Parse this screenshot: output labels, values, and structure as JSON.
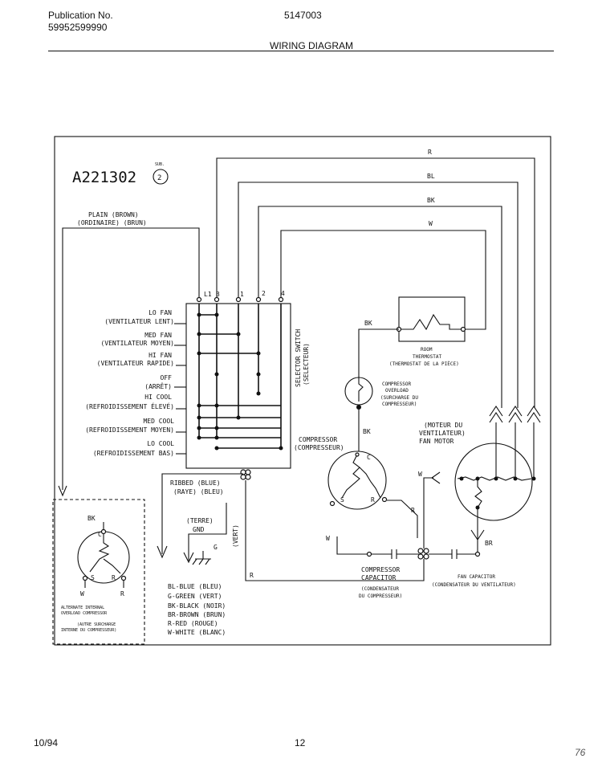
{
  "header": {
    "publication_label": "Publication No.",
    "publication_number": "59952599990",
    "model_number": "5147003",
    "title": "WIRING DIAGRAM"
  },
  "footer": {
    "date": "10/94",
    "page": "12",
    "corner_mark": "76"
  },
  "diagram": {
    "part_number": "A221302",
    "sub_label": "SUB.",
    "sub_number": "2",
    "plain_wire": [
      "PLAIN    (BROWN)",
      "(ORDINAIRE) (BRUN)"
    ],
    "terminals": [
      "L1",
      "3",
      "1",
      "2",
      "4"
    ],
    "wire_codes": [
      "R",
      "BL",
      "BK",
      "W"
    ],
    "selector_switch": [
      "SELECTOR SWITCH",
      "(SELECTEUR)"
    ],
    "switch_positions": [
      [
        "LO FAN",
        "(VENTILATEUR LENT)"
      ],
      [
        "MED FAN",
        "(VENTILATEUR MOYEN)"
      ],
      [
        "HI FAN",
        "(VENTILATEUR RAPIDE)"
      ],
      [
        "OFF",
        "(ARRÊT)"
      ],
      [
        "HI COOL",
        "(REFROIDISSEMENT ÉLEVÉ)"
      ],
      [
        "MED COOL",
        "(REFROIDISSEMENT MOYEN)"
      ],
      [
        "LO COOL",
        "(REFROIDISSEMENT BAS)"
      ]
    ],
    "room_thermostat": [
      "ROOM",
      "THERMOSTAT",
      "(THERMOSTAT DE LA PIÈCE)"
    ],
    "compressor_overload": [
      "COMPRESSOR",
      "OVERLOAD",
      "(SURCHARGE DU",
      "COMPRESSEUR)"
    ],
    "compressor": [
      "COMPRESSOR",
      "(COMPRESSEUR)"
    ],
    "fan_motor": [
      "(MOTEUR DU",
      "VENTILATEUR)",
      "FAN MOTOR"
    ],
    "compressor_capacitor": [
      "COMPRESSOR",
      "CAPACITOR",
      "(CONDENSATEUR",
      "DU COMPRESSEUR)"
    ],
    "fan_capacitor": [
      "FAN CAPACITOR",
      "(CONDENSATEUR DU VENTILATEUR)"
    ],
    "ribbed_wire": [
      "RIBBED    (BLUE)",
      "(RAYE)    (BLEU)"
    ],
    "ground": [
      "(TERRE)",
      "GND"
    ],
    "vert_label": "(VERT)",
    "terminal_letters": {
      "c": "C",
      "s": "S",
      "r": "R"
    },
    "wire_tags": {
      "bk": "BK",
      "w": "W",
      "r": "R",
      "br": "BR",
      "g": "G"
    },
    "alt_overload": [
      "ALTERNATE INTERNAL",
      "OVERLOAD COMPRESSOR",
      "(AUTRE SURCHARGE",
      "INTERNE DU COMPRESSEUR)"
    ],
    "legend": [
      "BL-BLUE (BLEU)",
      "G-GREEN (VERT)",
      "BK-BLACK (NOIR)",
      "BR-BROWN (BRUN)",
      "R-RED (ROUGE)",
      "W-WHITE (BLANC)"
    ]
  }
}
